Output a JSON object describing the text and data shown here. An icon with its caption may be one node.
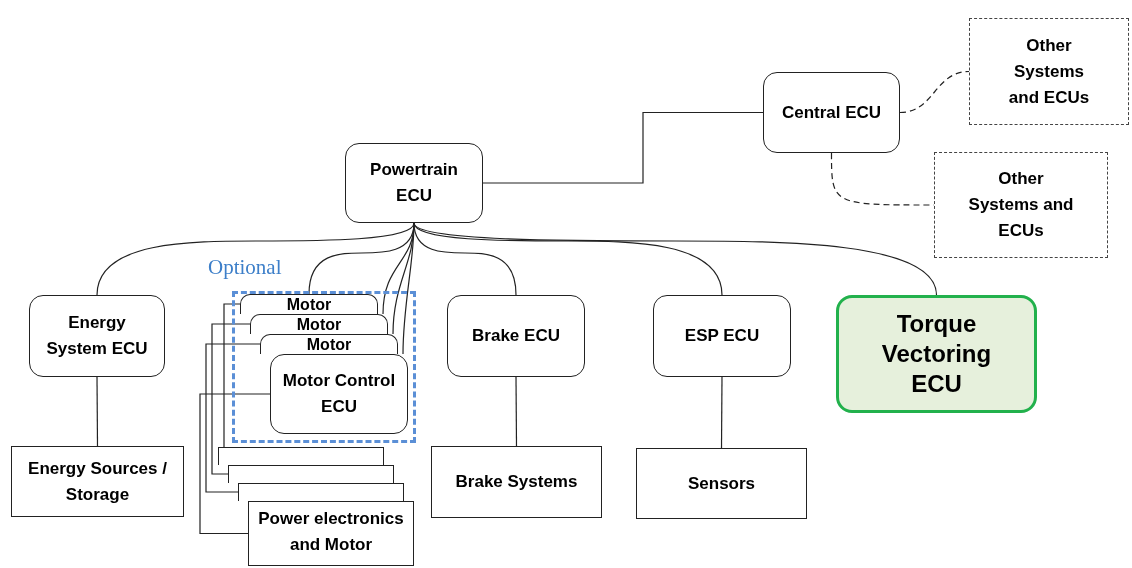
{
  "diagram": {
    "nodes": [
      {
        "text": [
          "Central ECU"
        ]
      },
      {
        "text": [
          "Other Systems and ECUs"
        ]
      },
      {
        "text": [
          "Other Systems and ECUs"
        ]
      },
      {
        "text": [
          "Powertrain ECU"
        ]
      },
      {
        "text": [
          "Energy System ECU"
        ]
      },
      {
        "text": [
          "Optional"
        ]
      },
      {
        "text": [
          "Motor"
        ],
        "in": 5
      },
      {
        "text": [
          "Motor"
        ],
        "in": 5
      },
      {
        "text": [
          "Motor"
        ],
        "in": 5
      },
      {
        "text": [
          "Motor Control ECU"
        ],
        "in": 5
      },
      {
        "text": [
          "Brake ECU"
        ]
      },
      {
        "text": [
          "ESP ECU"
        ]
      },
      {
        "text": [
          "Torque Vectoring ECU"
        ]
      },
      {
        "text": [
          "Energy Sources / Storage"
        ]
      },
      {
        "text": [],
        "shape": "box"
      },
      {
        "text": [],
        "shape": "box"
      },
      {
        "text": [],
        "shape": "box"
      },
      {
        "text": [
          "Power electronics and Motor"
        ]
      },
      {
        "text": [
          "Brake Systems"
        ]
      },
      {
        "text": [
          "Sensors"
        ]
      }
    ],
    "edges": [
      {
        "from": 3,
        "to": 0,
        "arrow": "none"
      },
      {
        "from": 0,
        "to": 1,
        "arrow": "none",
        "style": "dashed"
      },
      {
        "from": 0,
        "to": 2,
        "arrow": "none",
        "style": "dashed"
      },
      {
        "from": 3,
        "to": 4,
        "arrow": "none"
      },
      {
        "from": 3,
        "to": 6,
        "arrow": "none"
      },
      {
        "from": 3,
        "to": 7,
        "arrow": "none"
      },
      {
        "from": 3,
        "to": 8,
        "arrow": "none"
      },
      {
        "from": 3,
        "to": 9,
        "arrow": "none"
      },
      {
        "from": 3,
        "to": 10,
        "arrow": "none"
      },
      {
        "from": 3,
        "to": 11,
        "arrow": "none"
      },
      {
        "from": 3,
        "to": 12,
        "arrow": "none"
      },
      {
        "from": 4,
        "to": 13,
        "arrow": "none"
      },
      {
        "from": 6,
        "to": 14,
        "arrow": "none"
      },
      {
        "from": 7,
        "to": 15,
        "arrow": "none"
      },
      {
        "from": 8,
        "to": 16,
        "arrow": "none"
      },
      {
        "from": 9,
        "to": 17,
        "arrow": "none"
      },
      {
        "from": 10,
        "to": 18,
        "arrow": "none"
      },
      {
        "from": 11,
        "to": 19,
        "arrow": "none"
      }
    ]
  }
}
